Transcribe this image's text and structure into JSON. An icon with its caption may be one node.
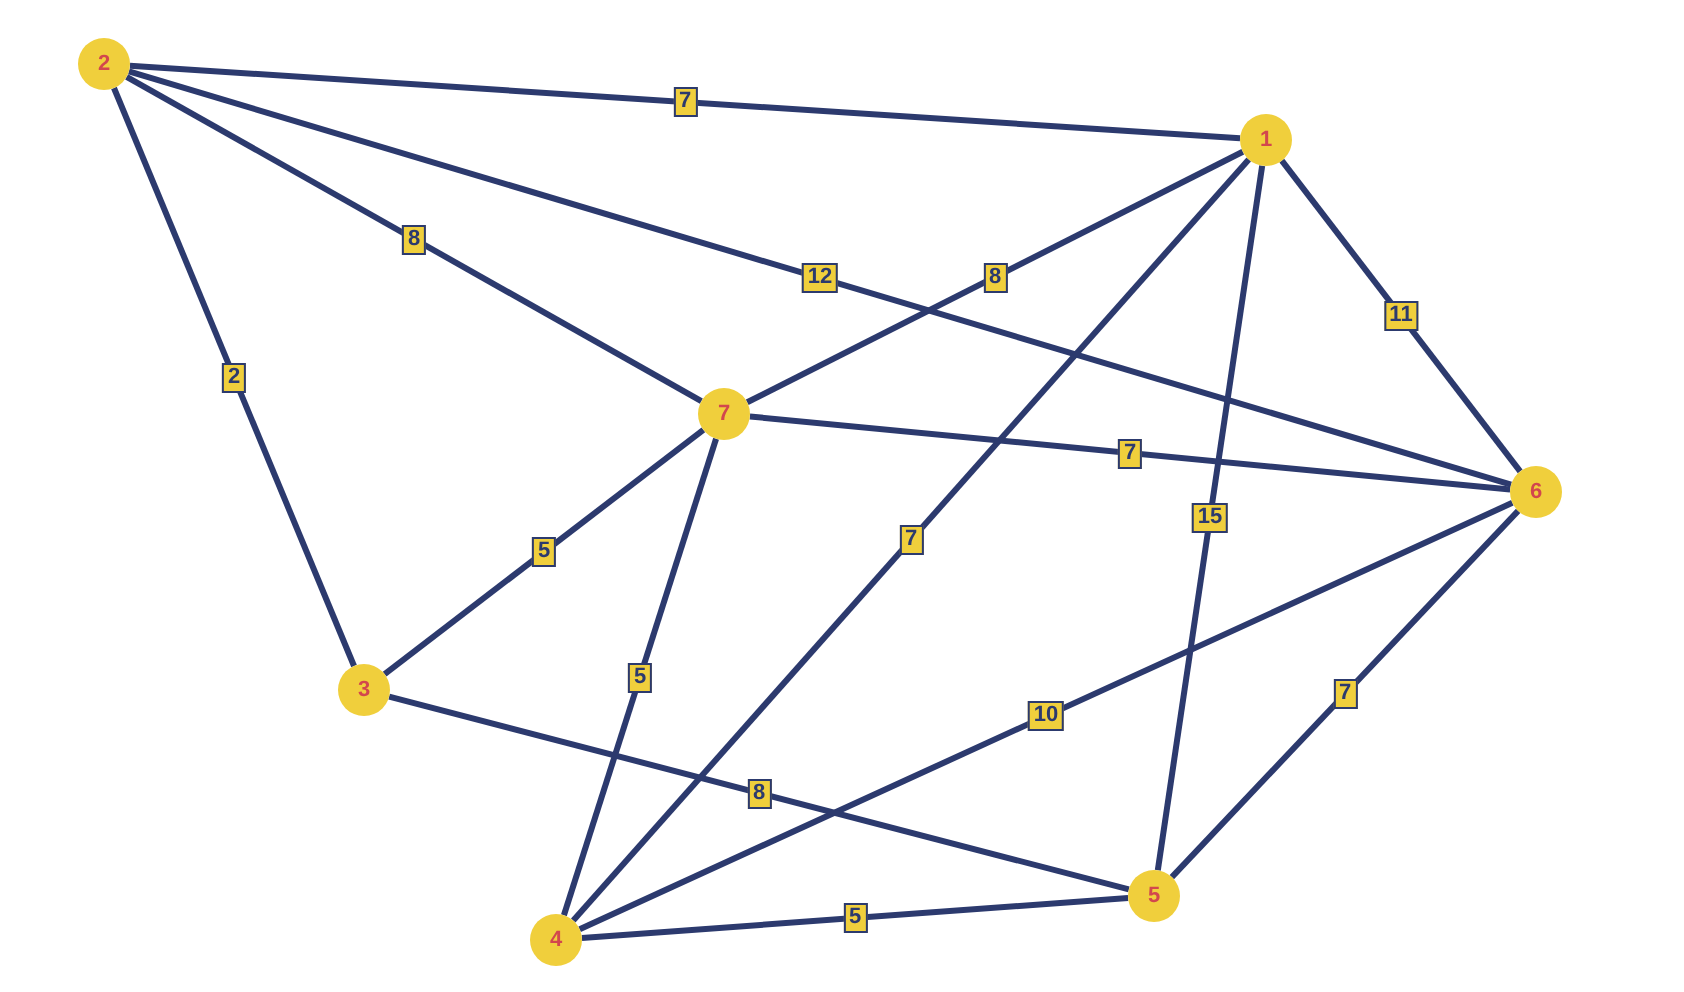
{
  "diagram": {
    "nodes": [
      {
        "text": [
          "2"
        ]
      },
      {
        "text": [
          "1"
        ]
      },
      {
        "text": [
          "7"
        ]
      },
      {
        "text": [
          "6"
        ]
      },
      {
        "text": [
          "3"
        ]
      },
      {
        "text": [
          "5"
        ]
      },
      {
        "text": [
          "4"
        ]
      }
    ],
    "edges": [
      {
        "from": 0,
        "to": 1,
        "arrow": "none",
        "label": "7"
      },
      {
        "from": 0,
        "to": 2,
        "arrow": "none",
        "label": "8"
      },
      {
        "from": 0,
        "to": 3,
        "arrow": "none",
        "label": "12"
      },
      {
        "from": 0,
        "to": 4,
        "arrow": "none",
        "label": "2"
      },
      {
        "from": 1,
        "to": 2,
        "arrow": "none",
        "label": "8"
      },
      {
        "from": 1,
        "to": 6,
        "arrow": "none",
        "label": "7"
      },
      {
        "from": 1,
        "to": 5,
        "arrow": "none",
        "label": "15"
      },
      {
        "from": 1,
        "to": 3,
        "arrow": "none",
        "label": "11"
      },
      {
        "from": 2,
        "to": 3,
        "arrow": "none",
        "label": "7"
      },
      {
        "from": 2,
        "to": 4,
        "arrow": "none",
        "label": "5"
      },
      {
        "from": 2,
        "to": 6,
        "arrow": "none",
        "label": "5"
      },
      {
        "from": 3,
        "to": 6,
        "arrow": "none",
        "label": "10"
      },
      {
        "from": 3,
        "to": 5,
        "arrow": "none",
        "label": "7"
      },
      {
        "from": 4,
        "to": 5,
        "arrow": "none",
        "label": "8"
      },
      {
        "from": 6,
        "to": 5,
        "arrow": "none",
        "label": "5"
      }
    ]
  }
}
